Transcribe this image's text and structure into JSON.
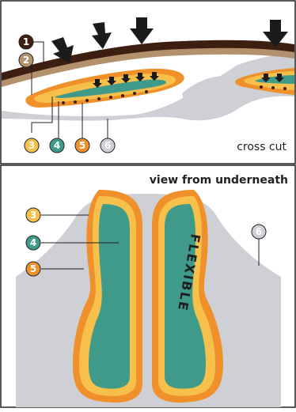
{
  "top_panel": {
    "caption": "cross cut",
    "markers": [
      {
        "number": "1",
        "color": "#3d1f12"
      },
      {
        "number": "2",
        "color": "#b3916c"
      },
      {
        "number": "3",
        "color": "#f7c04b"
      },
      {
        "number": "4",
        "color": "#3f9a8a"
      },
      {
        "number": "5",
        "color": "#f0902b"
      },
      {
        "number": "6",
        "color": "#cfcfd6"
      }
    ]
  },
  "bottom_panel": {
    "caption": "view from underneath",
    "markers": [
      {
        "number": "3",
        "color": "#f7c04b"
      },
      {
        "number": "4",
        "color": "#3f9a8a"
      },
      {
        "number": "5",
        "color": "#f0902b"
      },
      {
        "number": "6",
        "color": "#cfcfd6"
      }
    ],
    "pad_text": "FLEXIBLE"
  },
  "colors": {
    "outer_layer": "#3d1f12",
    "inner_layer": "#b3916c",
    "foam_yellow": "#f7c04b",
    "foam_orange": "#f0902b",
    "teal_core": "#3f9a8a",
    "base_grey": "#cfcfd6",
    "arrow": "#1b1b1b",
    "border": "#222222"
  }
}
